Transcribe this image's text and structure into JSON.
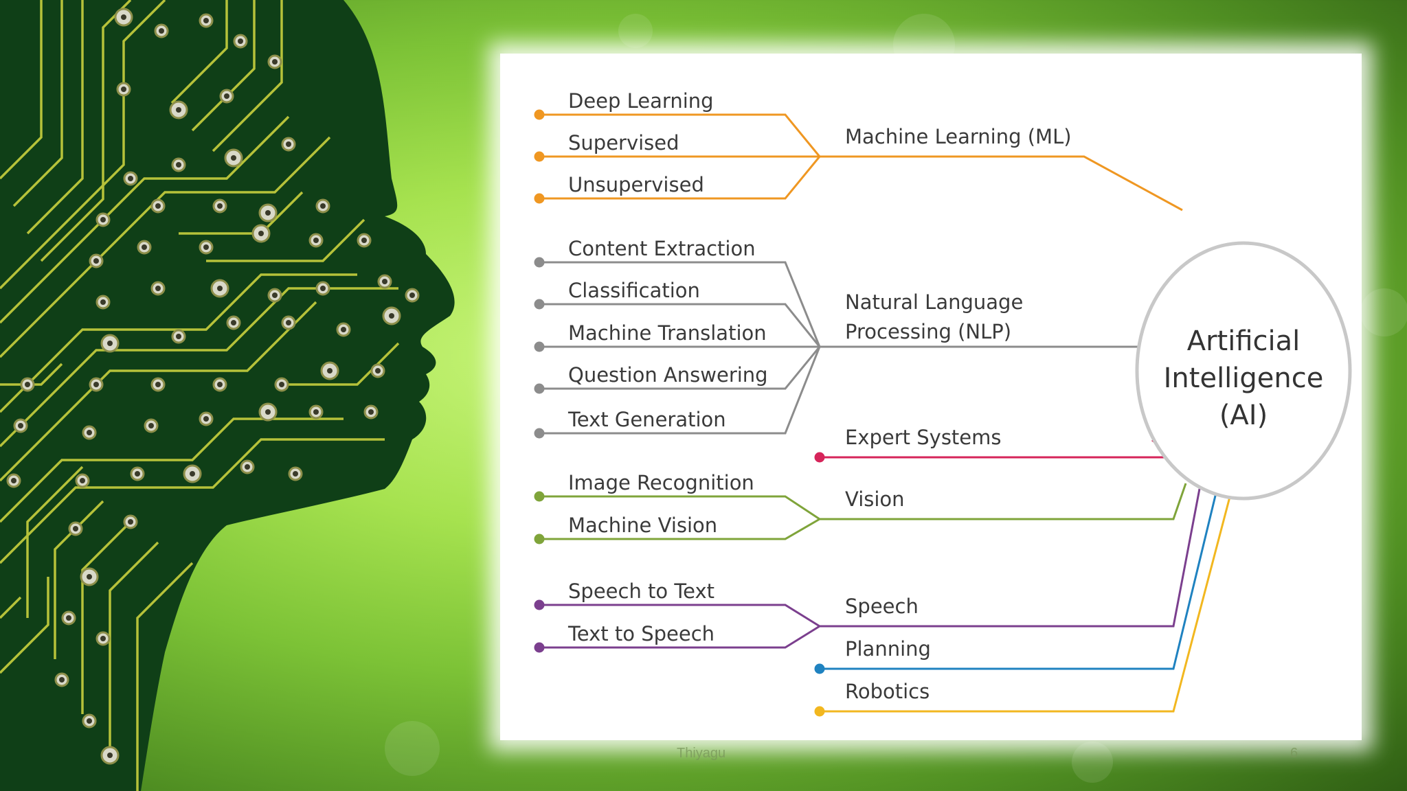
{
  "slide": {
    "footer_author": "Thiyagu",
    "page_number": "6",
    "illustration": "circuit-board-head-silhouette"
  },
  "diagram": {
    "center": {
      "lines": [
        "Artificial",
        "Intelligence",
        "(AI)"
      ]
    },
    "colors": {
      "ml": "#ef9722",
      "nlp": "#8c8c8c",
      "expert": "#d6245a",
      "vision": "#7fa43a",
      "speech": "#7b3f8e",
      "planning": "#1f82c0",
      "robotics": "#f2b71f"
    },
    "branches": [
      {
        "id": "ml",
        "label_lines": [
          "Machine Learning (ML)"
        ],
        "children": [
          "Deep Learning",
          "Supervised",
          "Unsupervised"
        ]
      },
      {
        "id": "nlp",
        "label_lines": [
          "Natural Language",
          "Processing (NLP)"
        ],
        "children": [
          "Content Extraction",
          "Classification",
          "Machine Translation",
          "Question Answering",
          "Text Generation"
        ]
      },
      {
        "id": "expert",
        "label_lines": [
          "Expert Systems"
        ],
        "children": []
      },
      {
        "id": "vision",
        "label_lines": [
          "Vision"
        ],
        "children": [
          "Image Recognition",
          "Machine Vision"
        ]
      },
      {
        "id": "speech",
        "label_lines": [
          "Speech"
        ],
        "children": [
          "Speech to Text",
          "Text to Speech"
        ]
      },
      {
        "id": "planning",
        "label_lines": [
          "Planning"
        ],
        "children": []
      },
      {
        "id": "robotics",
        "label_lines": [
          "Robotics"
        ],
        "children": []
      }
    ]
  }
}
